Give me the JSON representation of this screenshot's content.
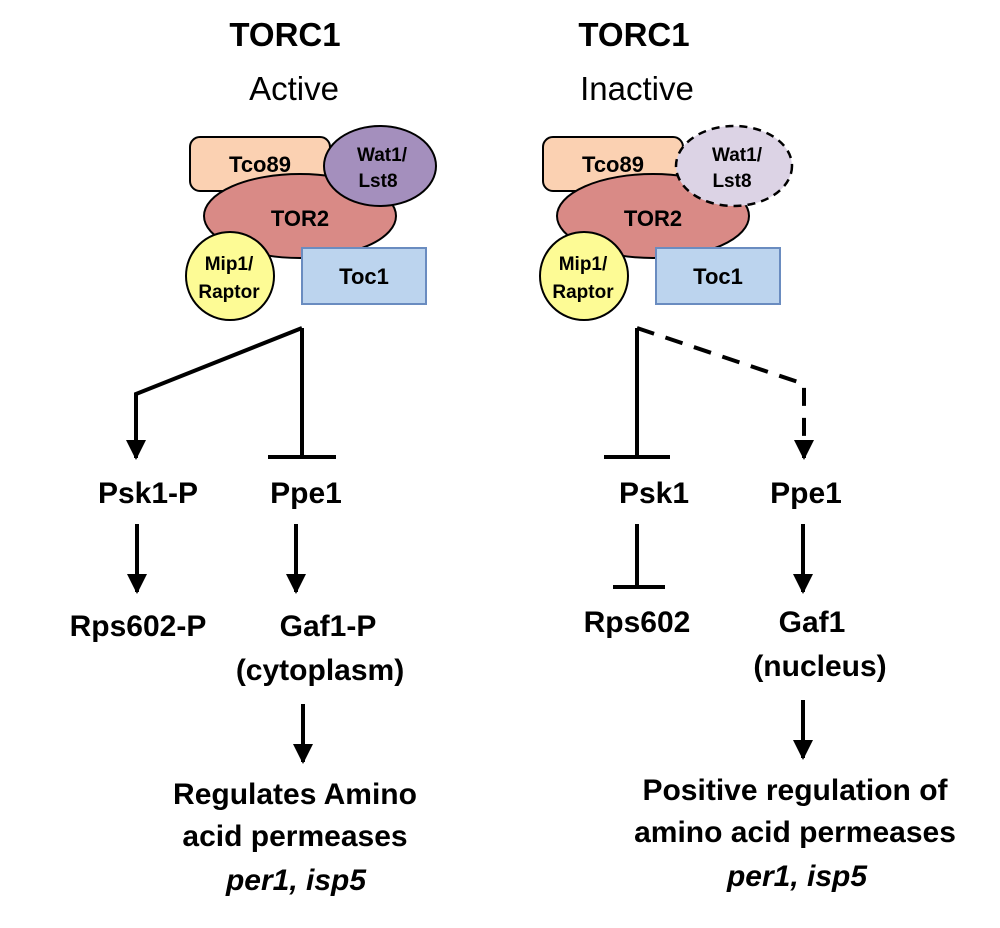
{
  "colors": {
    "tco89": "#fbd1b2",
    "tor2": "#d98a86",
    "wat1_active": "#a48fbd",
    "wat1_inactive": "#dcd3e5",
    "mip1": "#fdfb95",
    "toc1": "#bcd4ee",
    "toc1_stroke": "#6a8cc0",
    "line": "#000000"
  },
  "active": {
    "title": "TORC1",
    "state": "Active",
    "complex": {
      "tco89": "Tco89",
      "wat1_line1": "Wat1/",
      "wat1_line2": "Lst8",
      "tor2": "TOR2",
      "mip1_line1": "Mip1/",
      "mip1_line2": "Raptor",
      "toc1": "Toc1"
    },
    "psk1": "Psk1-P",
    "ppe1": "Ppe1",
    "rps602": "Rps602-P",
    "gaf1": "Gaf1-P",
    "gaf1_location": "(cytoplasm)",
    "outcome_line1": "Regulates Amino",
    "outcome_line2": "acid permeases",
    "genes": "per1, isp5"
  },
  "inactive": {
    "title": "TORC1",
    "state": "Inactive",
    "complex": {
      "tco89": "Tco89",
      "wat1_line1": "Wat1/",
      "wat1_line2": "Lst8",
      "tor2": "TOR2",
      "mip1_line1": "Mip1/",
      "mip1_line2": "Raptor",
      "toc1": "Toc1"
    },
    "psk1": "Psk1",
    "ppe1": "Ppe1",
    "rps602": "Rps602",
    "gaf1": "Gaf1",
    "gaf1_location": "(nucleus)",
    "outcome_line1": "Positive regulation of",
    "outcome_line2": "amino acid permeases",
    "genes": "per1, isp5"
  }
}
